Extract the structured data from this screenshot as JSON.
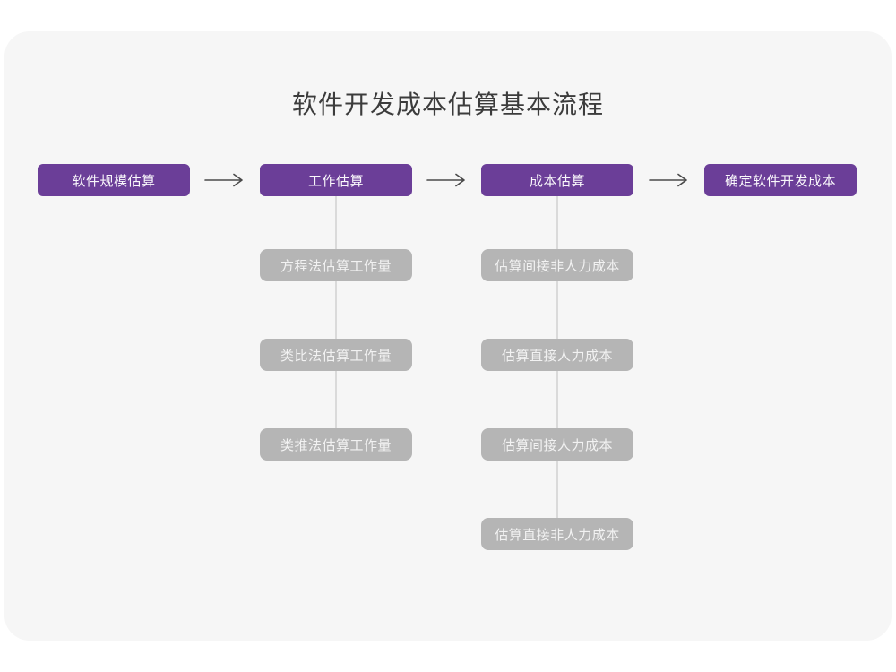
{
  "title": "软件开发成本估算基本流程",
  "colors": {
    "accent": "#6b3e98",
    "muted_box": "#b5b5b5",
    "card_bg": "#f6f6f6",
    "connector": "#dadada",
    "arrow": "#4a4a4a"
  },
  "flow": {
    "nodes": [
      {
        "label": "软件规模估算"
      },
      {
        "label": "工作估算"
      },
      {
        "label": "成本估算"
      },
      {
        "label": "确定软件开发成本"
      }
    ]
  },
  "work_estimation_methods": {
    "items": [
      {
        "label": "方程法估算工作量"
      },
      {
        "label": "类比法估算工作量"
      },
      {
        "label": "类推法估算工作量"
      }
    ]
  },
  "cost_estimation_steps": {
    "items": [
      {
        "label": "估算间接非人力成本"
      },
      {
        "label": "估算直接人力成本"
      },
      {
        "label": "估算间接人力成本"
      },
      {
        "label": "估算直接非人力成本"
      }
    ]
  }
}
